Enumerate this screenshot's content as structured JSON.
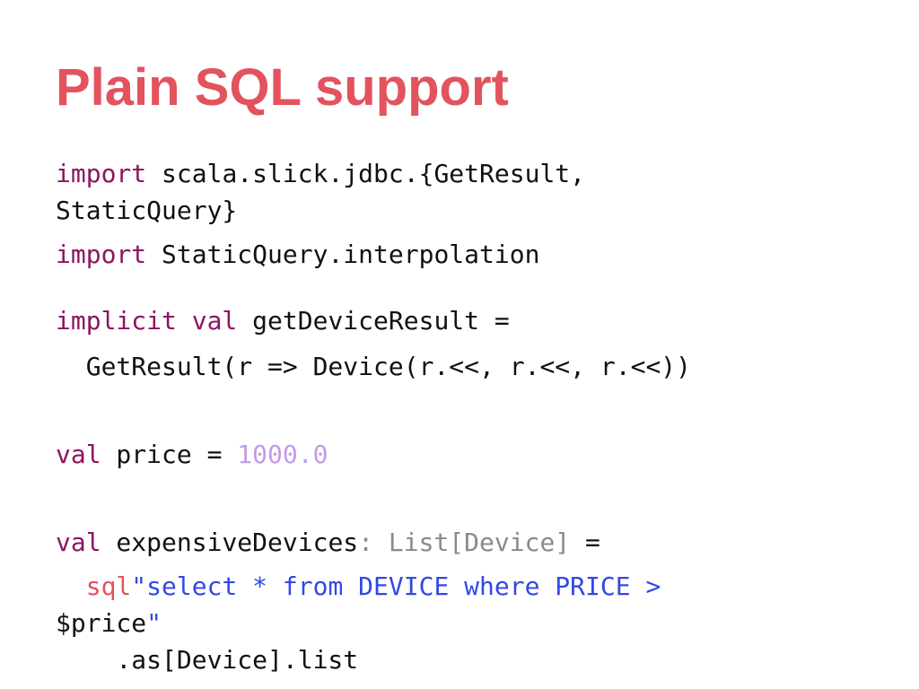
{
  "slide": {
    "title": "Plain SQL support"
  },
  "code": {
    "line1": {
      "kw": "import",
      "rest": " scala.slick.jdbc.{GetResult,"
    },
    "line2": {
      "rest": "StaticQuery}"
    },
    "line3": {
      "kw": "import",
      "rest": " StaticQuery.interpolation"
    },
    "line4": {
      "kw1": "implicit",
      "sp": " ",
      "kw2": "val",
      "rest": " getDeviceResult ="
    },
    "line5": {
      "rest": "  GetResult(r => Device(r.<<, r.<<, r.<<))"
    },
    "line6": {
      "kw": "val",
      "rest": " price = ",
      "num": "1000.0"
    },
    "line7": {
      "kw": "val",
      "rest": " expensiveDevices",
      "type": ": List[Device]",
      "tail": " ="
    },
    "line8": {
      "indent": "  ",
      "interp": "sql",
      "str": "\"select * from DEVICE where PRICE >"
    },
    "line9": {
      "rest": "$price",
      "str": "\""
    },
    "line10": {
      "rest": "    .as[Device].list"
    }
  },
  "colors": {
    "title": "#e2535d",
    "keyword": "#8c1464",
    "number": "#c49ae6",
    "type_annotation": "#8a8a8a",
    "interpolator": "#e2535d",
    "string": "#3248e6",
    "text": "#111111"
  }
}
